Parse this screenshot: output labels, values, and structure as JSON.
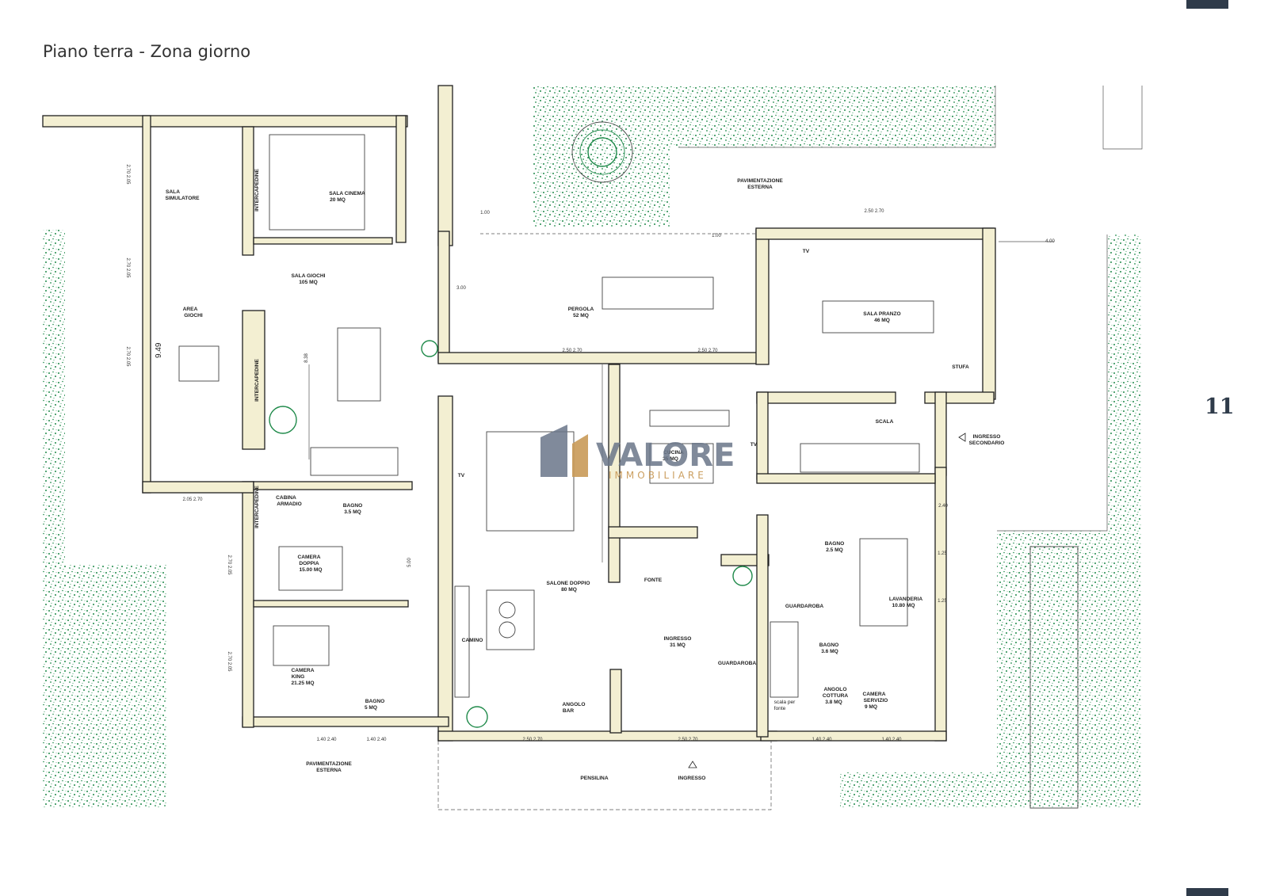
{
  "header": {
    "title": "Piano terra - Zona giorno"
  },
  "page_number": "11",
  "watermark": {
    "brand": "VALORE",
    "subtitle": "IMMOBILIARE"
  },
  "colors": {
    "wall": "#f3efd2",
    "wall_outline": "#1f1f1f",
    "greenery": "#1f8a4a",
    "tab": "#2f3b4a",
    "watermark_gray": "#6a7689",
    "watermark_gold": "#c99a58"
  },
  "rooms": [
    {
      "name": "SALA",
      "sub": "SIMULATORE",
      "area": ""
    },
    {
      "name": "SALA CINEMA",
      "sub": "20 MQ",
      "area": ""
    },
    {
      "name": "SALA GIOCHI",
      "sub": "105 MQ",
      "area": ""
    },
    {
      "name": "AREA",
      "sub": "GIOCHI",
      "area": ""
    },
    {
      "name": "PERGOLA",
      "sub": "52 MQ",
      "area": ""
    },
    {
      "name": "SALA PRANZO",
      "sub": "46 MQ",
      "area": ""
    },
    {
      "name": "PAVIMENTAZIONE",
      "sub": "ESTERNA",
      "area": ""
    },
    {
      "name": "CUCINA",
      "sub": "35 MQ",
      "area": ""
    },
    {
      "name": "SCALA",
      "sub": "",
      "area": ""
    },
    {
      "name": "INGRESSO",
      "sub": "SECONDARIO",
      "area": ""
    },
    {
      "name": "CABINA",
      "sub": "ARMADIO",
      "area": ""
    },
    {
      "name": "BAGNO",
      "sub": "3.5 MQ",
      "area": ""
    },
    {
      "name": "CAMERA",
      "sub": "DOPPIA",
      "area": "15.00 MQ"
    },
    {
      "name": "CAMERA",
      "sub": "KING",
      "area": "21.25 MQ"
    },
    {
      "name": "BAGNO",
      "sub": "5 MQ",
      "area": ""
    },
    {
      "name": "SALONE DOPPIO",
      "sub": "80 MQ",
      "area": ""
    },
    {
      "name": "INGRESSO",
      "sub": "31 MQ",
      "area": ""
    },
    {
      "name": "BAGNO",
      "sub": "2.5 MQ",
      "area": ""
    },
    {
      "name": "LAVANDERIA",
      "sub": "10.80 MQ",
      "area": ""
    },
    {
      "name": "BAGNO",
      "sub": "3.6 MQ",
      "area": ""
    },
    {
      "name": "ANGOLO",
      "sub": "COTTURA",
      "area": "3.8 MQ"
    },
    {
      "name": "CAMERA",
      "sub": "SERVIZIO",
      "area": "9 MQ"
    },
    {
      "name": "ANGOLO",
      "sub": "BAR",
      "area": ""
    },
    {
      "name": "PAVIMENTAZIONE",
      "sub": "ESTERNA",
      "area": ""
    }
  ],
  "labels": {
    "intercapedine": "INTERCAPEDINE",
    "tv": "TV",
    "stufa": "STUFA",
    "fonte": "FONTE",
    "camino": "CAMINO",
    "guardaroba": "GUARDAROBA",
    "scala_per": "scala per",
    "fonte_lower": "fonte",
    "pensilina": "PENSILINA",
    "ingresso": "INGRESSO"
  },
  "dimensions": {
    "total_height": "9.49",
    "d_270_205": "2.70 2.05",
    "d_205_270": "2.05 2.70",
    "d_250_270": "2.50 2.70",
    "d_140_240": "1.40 2.40",
    "d_100": "1.00",
    "d_400": "4.00",
    "d_300": "3.00",
    "d_125": "1.25",
    "d_240": "2.40",
    "d_838": "8.38",
    "d_500": "5.00"
  }
}
